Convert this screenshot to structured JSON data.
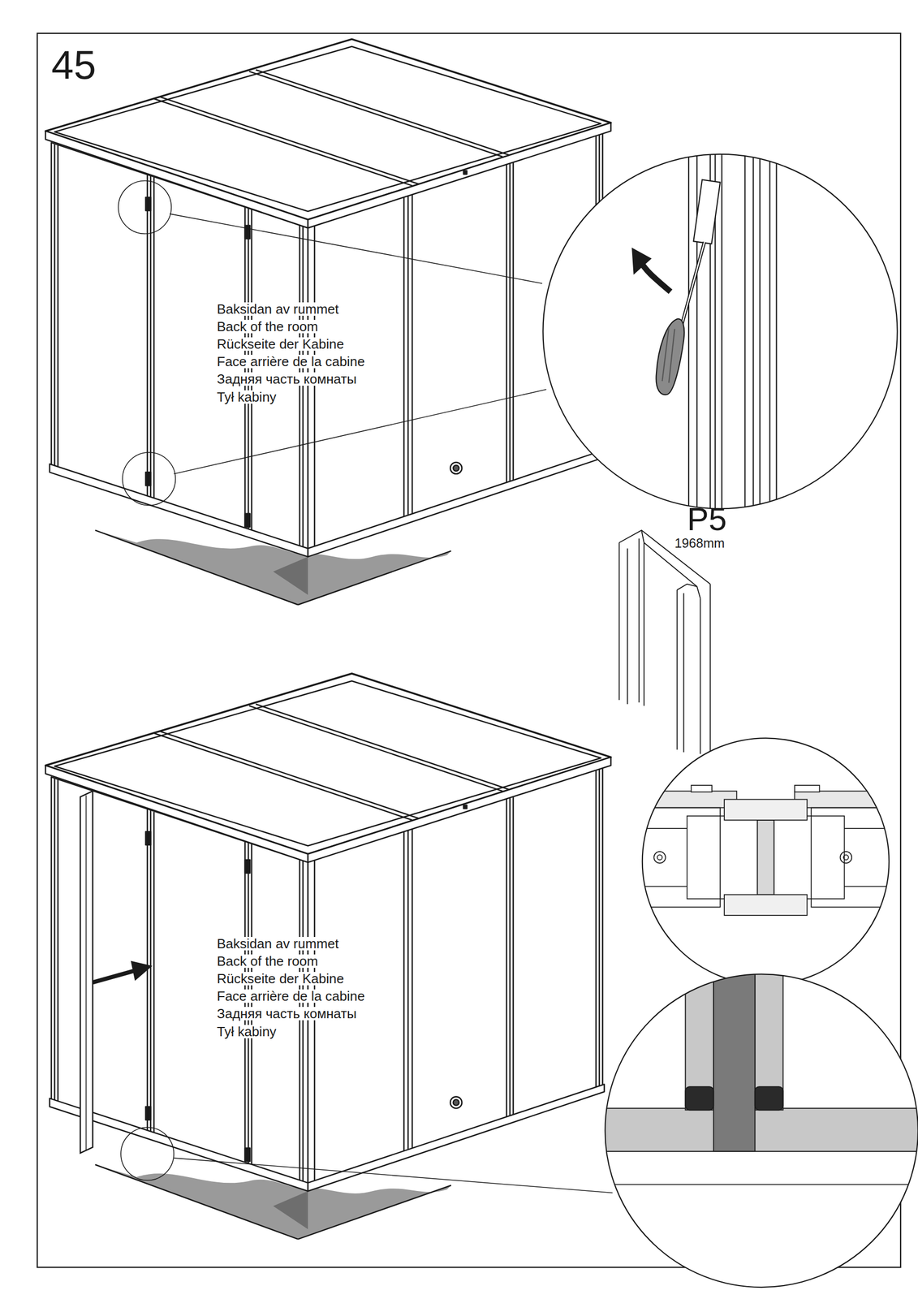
{
  "diagram": {
    "labels": [
      "45",
      "Baksidan av rummet",
      "Back of the room",
      "Rückseite der Kabine",
      "Face arrière de la cabine",
      "Задняя часть комнаты",
      "Tył kabiny",
      "Baksidan av rummet",
      "Back of the room",
      "Rückseite der Kabine",
      "Face arrière de la cabine",
      "Задняя часть комнаты",
      "Tył kabiny",
      "P5",
      "1968mm"
    ]
  }
}
